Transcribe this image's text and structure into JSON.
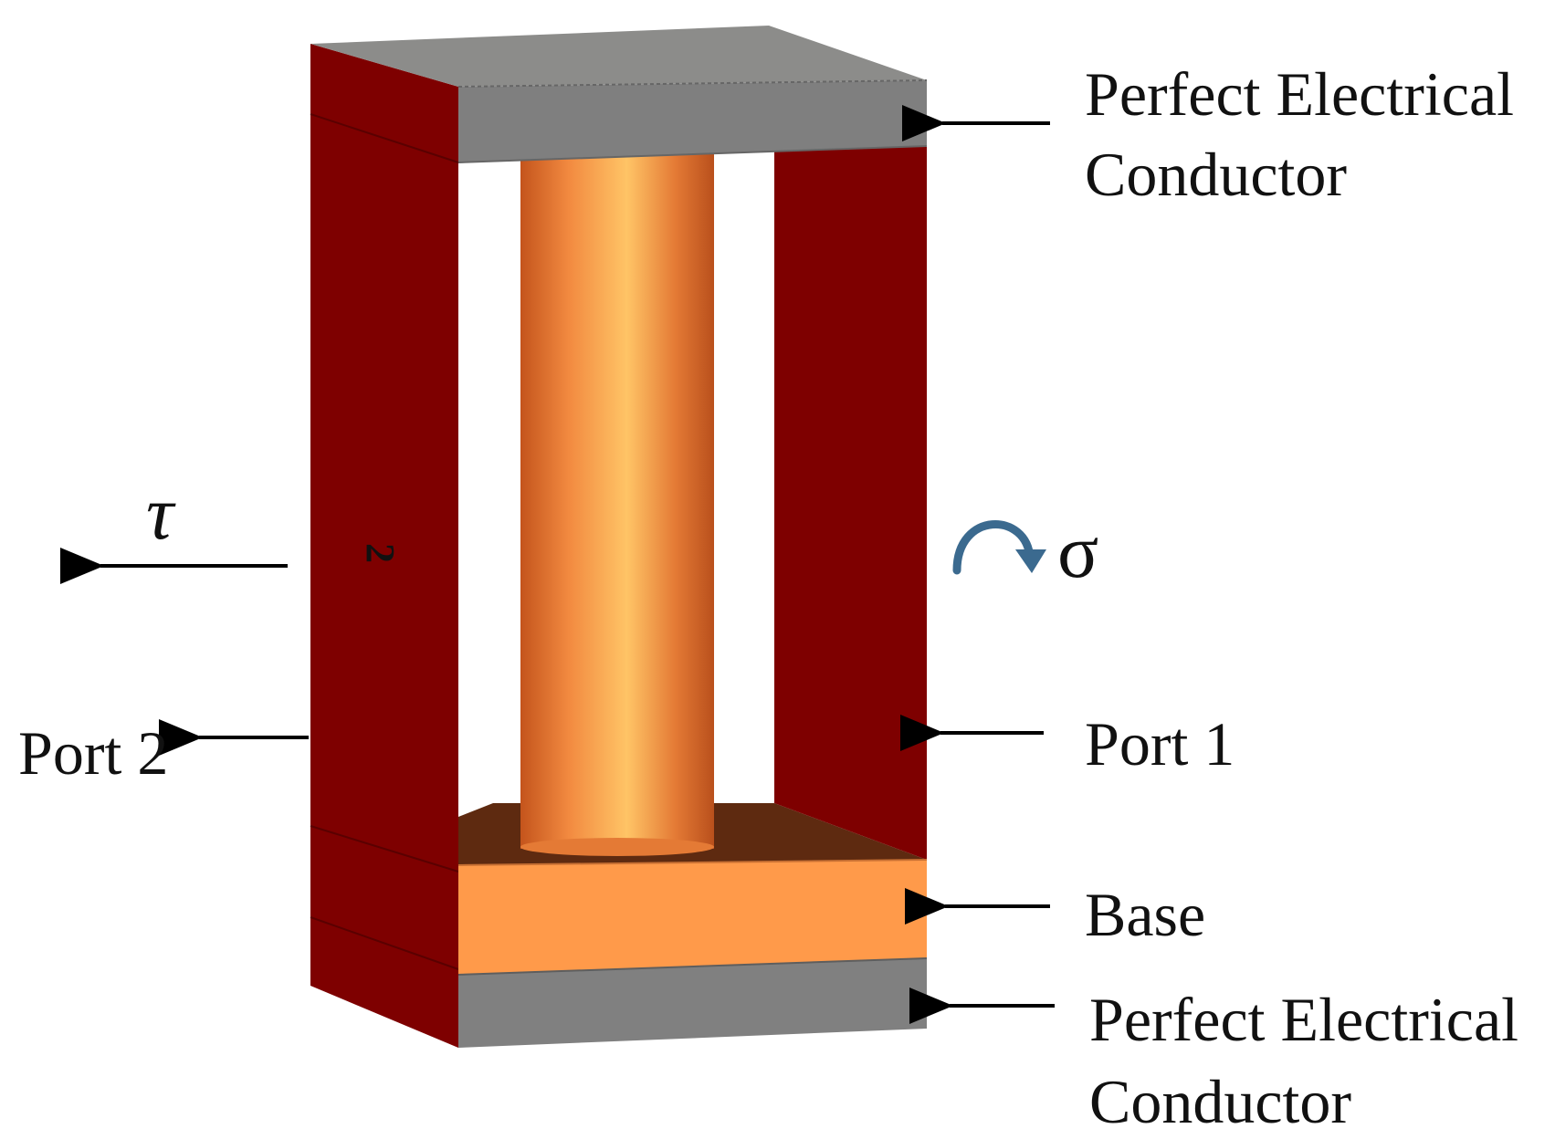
{
  "labels": {
    "pec_top_line1": "Perfect Electrical",
    "pec_top_line2": "Conductor",
    "port1": "Port 1",
    "port2": "Port 2",
    "base": "Base",
    "pec_bottom_line1": "Perfect Electrical",
    "pec_bottom_line2": "Conductor",
    "tau": "τ",
    "sigma": "σ",
    "face_number": "2"
  },
  "colors": {
    "port_wall": "#7e0000",
    "pec": "#808080",
    "pec_top": "#8c8c8a",
    "base": "#ff9a4a",
    "base_top": "#5e2a10",
    "cylinder_mid": "#ffc466",
    "cylinder_edge": "#c9581d",
    "sigma_arrow": "#3b6a8f"
  }
}
